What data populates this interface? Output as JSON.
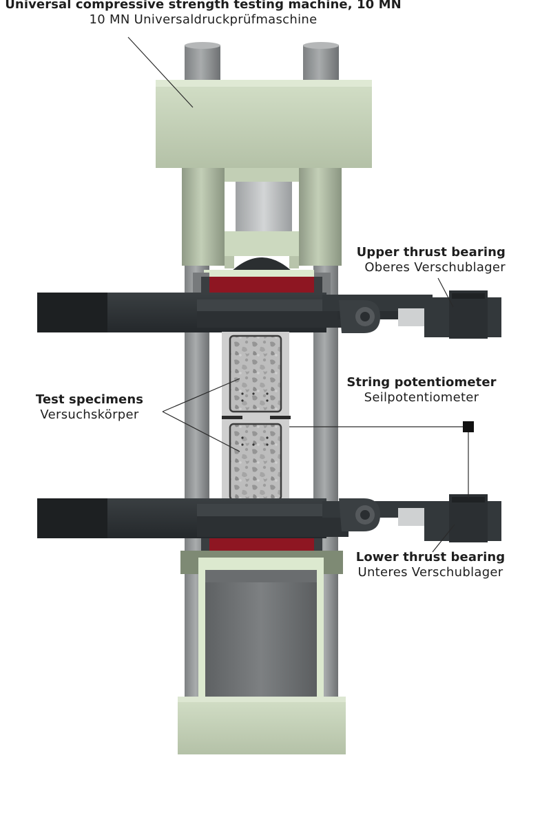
{
  "labels": {
    "machine": {
      "title": "Universal compressive strength testing machine, 10 MN",
      "subtitle": "10 MN Universaldruckprüfmaschine"
    },
    "upper_bearing": {
      "title": "Upper thrust bearing",
      "subtitle": "Oberes Verschublager"
    },
    "string_pot": {
      "title": "String potentiometer",
      "subtitle": "Seilpotentiometer"
    },
    "specimens": {
      "title": "Test specimens",
      "subtitle": "Versuchskörper"
    },
    "lower_bearing": {
      "title": "Lower thrust bearing",
      "subtitle": "Unteres Verschublager"
    }
  },
  "colors": {
    "frame_green": "#c9d6bd",
    "column_grey": "#8e9193",
    "dark_beam": "#2f3336",
    "bearing_red": "#8e1622",
    "concrete": "#b8b8b8",
    "cover_light": "#dce9cf"
  }
}
